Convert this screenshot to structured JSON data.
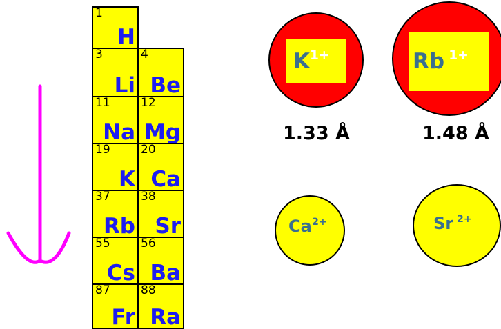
{
  "periodic_table": [
    {
      "number": "1",
      "symbol": "H"
    },
    {
      "number": "3",
      "symbol": "Li"
    },
    {
      "number": "4",
      "symbol": "Be"
    },
    {
      "number": "11",
      "symbol": "Na"
    },
    {
      "number": "12",
      "symbol": "Mg"
    },
    {
      "number": "19",
      "symbol": "K"
    },
    {
      "number": "20",
      "symbol": "Ca"
    },
    {
      "number": "37",
      "symbol": "Rb"
    },
    {
      "number": "38",
      "symbol": "Sr"
    },
    {
      "number": "55",
      "symbol": "Cs"
    },
    {
      "number": "56",
      "symbol": "Ba"
    },
    {
      "number": "87",
      "symbol": "Fr"
    },
    {
      "number": "88",
      "symbol": "Ra"
    }
  ],
  "ions": {
    "k": {
      "symbol": "K",
      "charge": "1+",
      "radius": "1.33 Å"
    },
    "rb": {
      "symbol": "Rb",
      "charge": "1+",
      "radius": "1.48 Å"
    },
    "ca": {
      "symbol": "Ca",
      "charge": "2+"
    },
    "sr": {
      "symbol": "Sr",
      "charge": "2+"
    }
  },
  "colors": {
    "cell_fill": "#ffff00",
    "symbol": "#1d1df0",
    "arrow": "#ff00ff",
    "ion_red": "#ff0000",
    "ion_yellow": "#ffff00",
    "ion_label": "#3a6f8f"
  },
  "icons": {
    "trend_arrow": "down-arrow-icon"
  }
}
